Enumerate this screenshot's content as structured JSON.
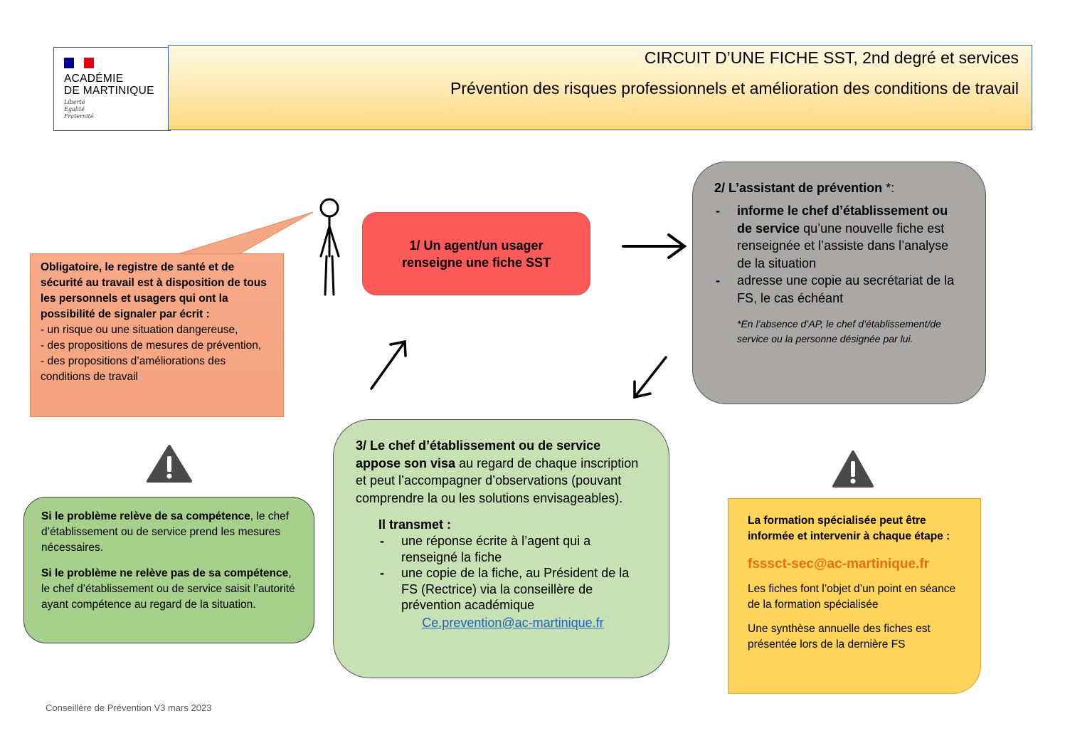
{
  "logo": {
    "line1": "ACADÉMIE",
    "line2": "DE MARTINIQUE",
    "motto": [
      "Liberté",
      "Égalité",
      "Fraternité"
    ],
    "flag_colors": [
      "#000091",
      "#ffffff",
      "#e1000f"
    ]
  },
  "header": {
    "title": "CIRCUIT D’UNE FICHE SST, 2nd degré et services",
    "subtitle": "Prévention des risques professionnels et amélioration des conditions de travail"
  },
  "callout": {
    "bold": "Obligatoire, le registre de santé et de sécurité au travail est à disposition de tous les personnels et usagers qui ont la possibilité de signaler par écrit :",
    "items": [
      "- un risque ou une situation dangereuse,",
      "- des propositions de mesures de prévention,",
      "- des propositions d’améliorations des conditions de travail"
    ]
  },
  "step1": {
    "text": "1/ Un agent/un usager renseigne une fiche SST"
  },
  "step2": {
    "title_bold": "2/ L’assistant de prévention",
    "title_rest": " *:",
    "item1_bold": "informe le chef d’établissement ou de service",
    "item1_rest": " qu’une nouvelle fiche est renseignée et l’assiste dans l’analyse de la situation",
    "item2": "adresse une copie au secrétariat de la FS, le cas échéant",
    "footnote": "*En l’absence d’AP, le chef d’établissement/de service ou la personne désignée par lui."
  },
  "step3": {
    "title_bold": "3/ Le chef d’établissement ou de service appose son visa",
    "title_rest": " au regard de chaque inscription et peut l’accompagner d’observations (pouvant comprendre la ou les solutions envisageables).",
    "transmet": "Il transmet :",
    "items": [
      "une réponse écrite à l’agent qui a renseigné la fiche",
      "une copie de la fiche, au Président de la FS (Rectrice) via la conseillère de prévention académique"
    ],
    "email": "Ce.prevention@ac-martinique.fr"
  },
  "competence": {
    "p1_bold": "Si le problème relève de sa compétence",
    "p1_rest": ", le chef d’établissement ou de service prend les mesures nécessaires.",
    "p2_bold": "Si le problème ne relève pas de sa compétence",
    "p2_rest": ", le chef d’établissement ou de service saisit l’autorité ayant compétence au regard de la situation."
  },
  "fs": {
    "intro": "La formation spécialisée peut être informée et intervenir à chaque étape :",
    "email": "fsssct-sec@ac-martinique.fr",
    "p2": "Les fiches font l’objet d’un point en séance de la formation spécialisée",
    "p3": "Une synthèse annuelle des fiches est présentée lors de la dernière FS"
  },
  "footer": {
    "text": "Conseillère de Prévention V3 mars 2023"
  },
  "icons": [
    "warning-icon",
    "stick-figure-icon",
    "arrow-icon"
  ]
}
